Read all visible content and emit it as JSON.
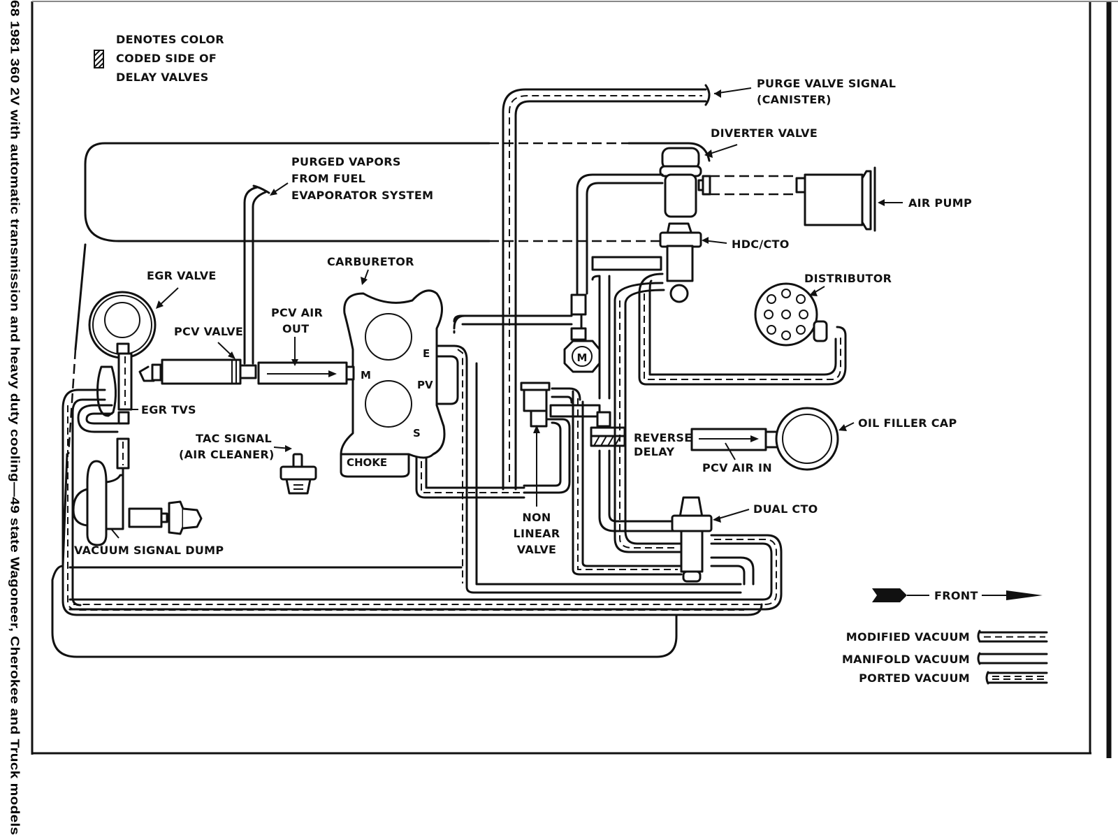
{
  "page": {
    "sidebar_title": "68  1981 360 2V with automatic transmission and heavy duty cooling—49 state Wagoneer, Cherokee and Truck models"
  },
  "key": {
    "line1": "DENOTES COLOR",
    "line2": "CODED SIDE OF",
    "line3": "DELAY VALVES"
  },
  "labels": {
    "purge_valve_signal_1": "PURGE VALVE SIGNAL",
    "purge_valve_signal_2": "(CANISTER)",
    "diverter_valve": "DIVERTER VALVE",
    "air_pump": "AIR PUMP",
    "hdc_cto": "HDC/CTO",
    "purged_vapors_1": "PURGED VAPORS",
    "purged_vapors_2": "FROM FUEL",
    "purged_vapors_3": "EVAPORATOR SYSTEM",
    "carburetor": "CARBURETOR",
    "distributor": "DISTRIBUTOR",
    "egr_valve": "EGR VALVE",
    "pcv_valve": "PCV VALVE",
    "pcv_air_out_1": "PCV AIR",
    "pcv_air_out_2": "OUT",
    "egr_tvs": "EGR TVS",
    "tac_signal_1": "TAC SIGNAL",
    "tac_signal_2": "(AIR CLEANER)",
    "choke": "CHOKE",
    "port_e": "E",
    "port_m": "M",
    "port_pv": "PV",
    "port_s": "S",
    "motor_m": "M",
    "reverse_delay_1": "REVERSE",
    "reverse_delay_2": "DELAY",
    "oil_filler_cap": "OIL FILLER CAP",
    "pcv_air_in": "PCV AIR IN",
    "non_linear_valve_1": "NON",
    "non_linear_valve_2": "LINEAR",
    "non_linear_valve_3": "VALVE",
    "dual_cto": "DUAL CTO",
    "vacuum_signal_dump": "VACUUM SIGNAL DUMP",
    "front": "FRONT"
  },
  "legend": {
    "items": [
      {
        "label": "MODIFIED VACUUM",
        "style": "modified"
      },
      {
        "label": "MANIFOLD VACUUM",
        "style": "manifold"
      },
      {
        "label": "PORTED VACUUM",
        "style": "ported"
      }
    ]
  }
}
